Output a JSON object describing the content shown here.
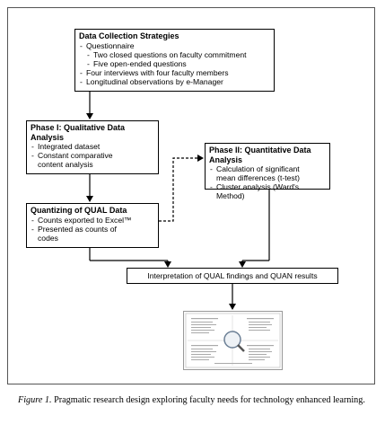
{
  "boxes": {
    "collection": {
      "title": "Data Collection Strategies",
      "items": [
        "Questionnaire",
        "Two closed questions on faculty commitment",
        "Five open-ended questions",
        "Four interviews with four faculty members",
        "Longitudinal observations by e-Manager"
      ]
    },
    "phase1": {
      "title_line1": "Phase I: Qualitative Data",
      "title_line2": "Analysis",
      "items": [
        "Integrated dataset",
        "Constant comparative",
        "content analysis"
      ]
    },
    "phase2": {
      "title_line1": "Phase II: Quantitative Data",
      "title_line2": "Analysis",
      "items": [
        "Calculation of significant",
        "mean differences (t-test)",
        "Cluster analysis (Ward's",
        "Method)"
      ]
    },
    "quantizing": {
      "title": "Quantizing of QUAL Data",
      "items": [
        "Counts exported to Excel™",
        "Presented as counts of",
        "codes"
      ]
    },
    "interpretation": {
      "label": "Interpretation of QUAL findings and QUAN results"
    }
  },
  "caption": {
    "figure_label": "Figure 1.",
    "text": " Pragmatic research design exploring faculty needs for technology enhanced learning."
  }
}
